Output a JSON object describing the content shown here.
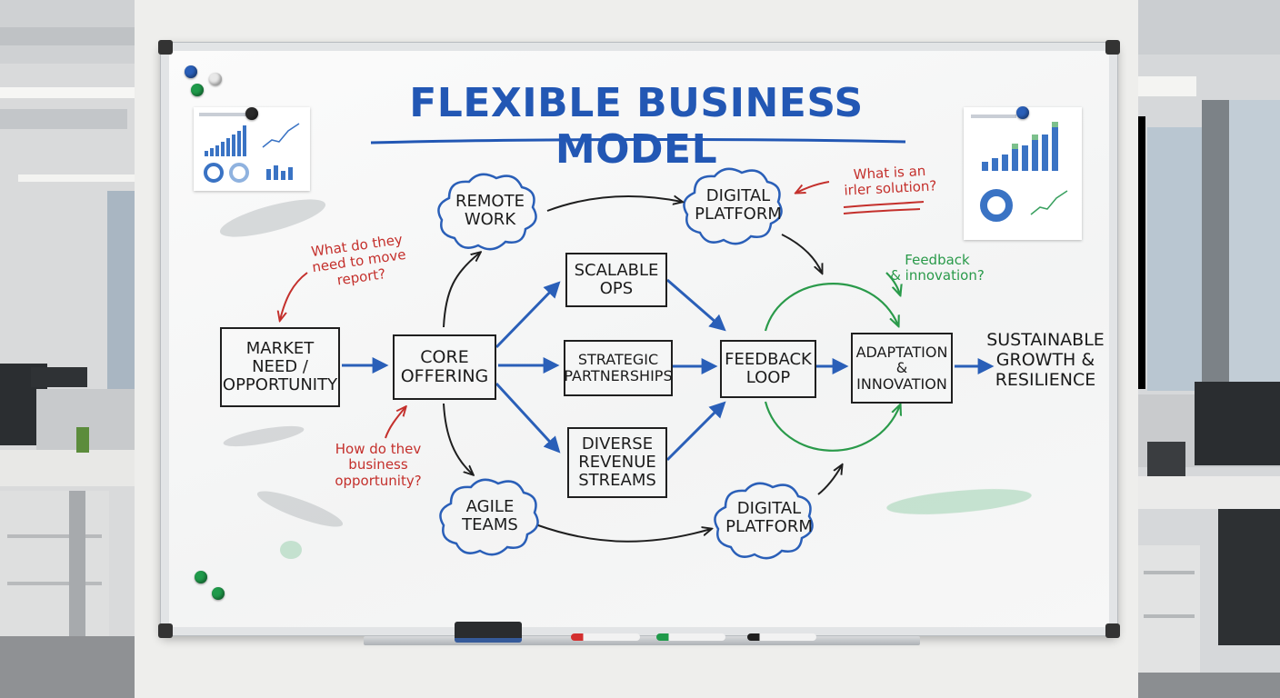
{
  "board": {
    "title": "FLEXIBLE BUSINESS MODEL",
    "nodes": {
      "market": "MARKET\nNEED /\nOPPORTUNITY",
      "core": "CORE\nOFFERING",
      "remote": "REMOTE\nWORK",
      "digital_top": "DIGITAL\nPLATFORM",
      "scalable": "SCALABLE\nOPS",
      "strategic": "STRATEGIC\nPARTNERSHIPS",
      "diverse": "DIVERSE\nREVENUE\nSTREAMS",
      "feedback": "FEEDBACK\nLOOP",
      "adaptation": "ADAPTATION\n&\nINNOVATION",
      "agile": "AGILE\nTEAMS",
      "digital_bottom": "DIGITAL\nPLATFORM",
      "outcome": "SUSTAINABLE\nGROWTH &\nRESILIENCE"
    },
    "notes": {
      "top_left": "What do they\nneed to move\nreport?",
      "bottom_left": "How do thev\nbusiness\nopportunity?",
      "top_right": "What is an\nirler solution?",
      "green": "Feedback\n& innovation?"
    }
  },
  "colors": {
    "title_blue": "#2257b4",
    "arrow_blue": "#2a5fb8",
    "note_red": "#c4302c",
    "note_green": "#2a9a4a",
    "ink_black": "#1f1f1f"
  }
}
